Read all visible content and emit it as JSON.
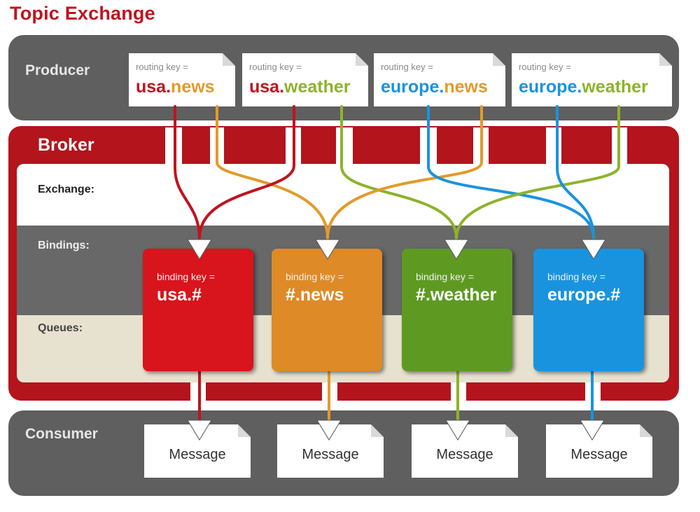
{
  "title": "Topic Exchange",
  "producer": {
    "label": "Producer",
    "routing_keys": [
      {
        "caption": "routing key =",
        "part1": "usa",
        "sep": ".",
        "part2": "news"
      },
      {
        "caption": "routing key =",
        "part1": "usa",
        "sep": ".",
        "part2": "weather"
      },
      {
        "caption": "routing key =",
        "part1": "europe",
        "sep": ".",
        "part2": "news"
      },
      {
        "caption": "routing key =",
        "part1": "europe",
        "sep": ".",
        "part2": "weather"
      }
    ]
  },
  "broker": {
    "label": "Broker",
    "exchange_label": "Exchange:",
    "bindings_label": "Bindings:",
    "queues_label": "Queues:",
    "queues": [
      {
        "caption": "binding key =",
        "key": "usa.#",
        "color": "#d8141c"
      },
      {
        "caption": "binding key =",
        "key": "#.news",
        "color": "#de8a26"
      },
      {
        "caption": "binding key =",
        "key": "#.weather",
        "color": "#5e9a22"
      },
      {
        "caption": "binding key =",
        "key": "europe.#",
        "color": "#1a93de"
      }
    ]
  },
  "consumer": {
    "label": "Consumer",
    "messages": [
      "Message",
      "Message",
      "Message",
      "Message"
    ]
  },
  "colors": {
    "usa": "#c0141e",
    "europe": "#1a93de",
    "news": "#e39a2c",
    "weather": "#8db32b",
    "broker": "#b4141c",
    "band": "#5f5f5f"
  }
}
